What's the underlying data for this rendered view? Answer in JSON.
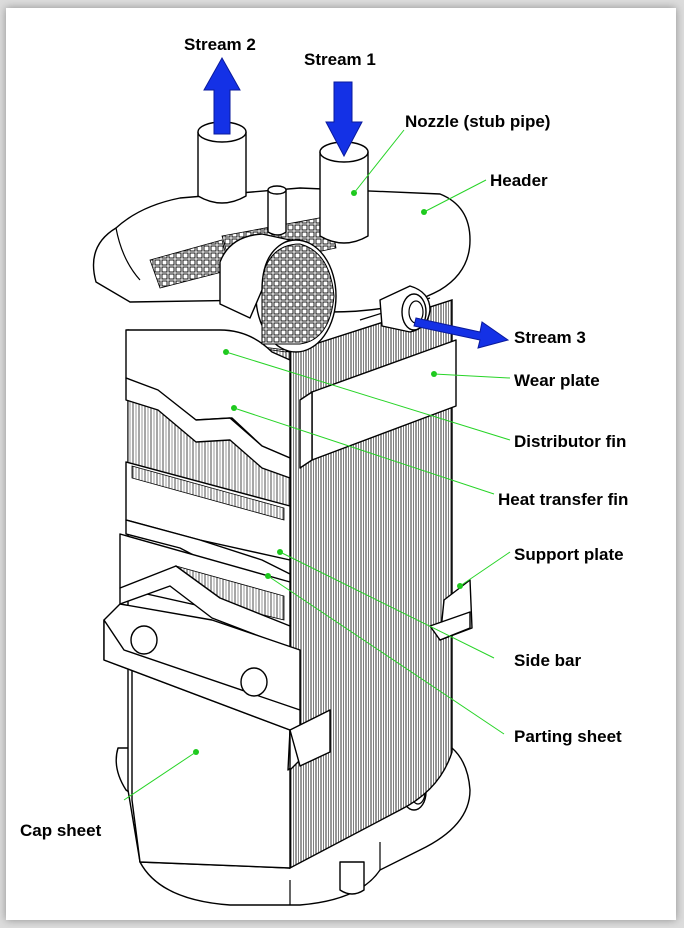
{
  "labels": {
    "stream2": "Stream 2",
    "stream1": "Stream 1",
    "nozzle": "Nozzle (stub pipe)",
    "header": "Header",
    "stream3": "Stream 3",
    "wear_plate": "Wear plate",
    "distributor_fin": "Distributor fin",
    "heat_transfer_fin": "Heat transfer fin",
    "support_plate": "Support plate",
    "side_bar": "Side bar",
    "parting_sheet": "Parting sheet",
    "cap_sheet": "Cap sheet"
  },
  "colors": {
    "arrow": "#1431e6",
    "leader": "#27d427",
    "leader_dot": "#1ec81e"
  }
}
